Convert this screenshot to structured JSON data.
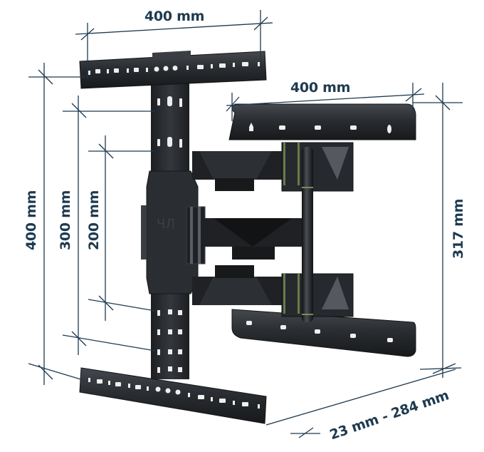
{
  "diagram": {
    "subject": "Full-motion TV wall mount bracket",
    "colors": {
      "dimension": "#1e3a4f",
      "metal_dark": "#1c1e21",
      "metal_mid": "#2c2f33",
      "metal_light": "#3d4147",
      "hole": "#f2f2f2",
      "background": "#ffffff"
    },
    "dimensions": {
      "wall_plate_width": {
        "label": "400 mm",
        "orientation": "horizontal"
      },
      "wall_plate_height_outer": {
        "label": "400 mm",
        "orientation": "vertical"
      },
      "wall_plate_height_mid": {
        "label": "300 mm",
        "orientation": "vertical"
      },
      "wall_plate_height_inner": {
        "label": "200 mm",
        "orientation": "vertical"
      },
      "tv_plate_width": {
        "label": "400 mm",
        "orientation": "horizontal"
      },
      "tv_plate_height": {
        "label": "317 mm",
        "orientation": "vertical"
      },
      "extension_range": {
        "label": "23 mm - 284 mm",
        "orientation": "diagonal"
      }
    },
    "parts": [
      {
        "id": "top-wall-rail",
        "label": "Top wall rail"
      },
      {
        "id": "bottom-wall-rail",
        "label": "Bottom wall rail"
      },
      {
        "id": "vertical-wall-column",
        "label": "Vertical wall column"
      },
      {
        "id": "upper-arm",
        "label": "Upper articulating arm"
      },
      {
        "id": "middle-arm",
        "label": "Middle articulating arm"
      },
      {
        "id": "lower-arm",
        "label": "Lower articulating arm"
      },
      {
        "id": "pivot-pole",
        "label": "Vertical pivot pole"
      },
      {
        "id": "tv-top-rail",
        "label": "TV top rail"
      },
      {
        "id": "tv-bottom-rail",
        "label": "TV bottom rail"
      }
    ]
  }
}
